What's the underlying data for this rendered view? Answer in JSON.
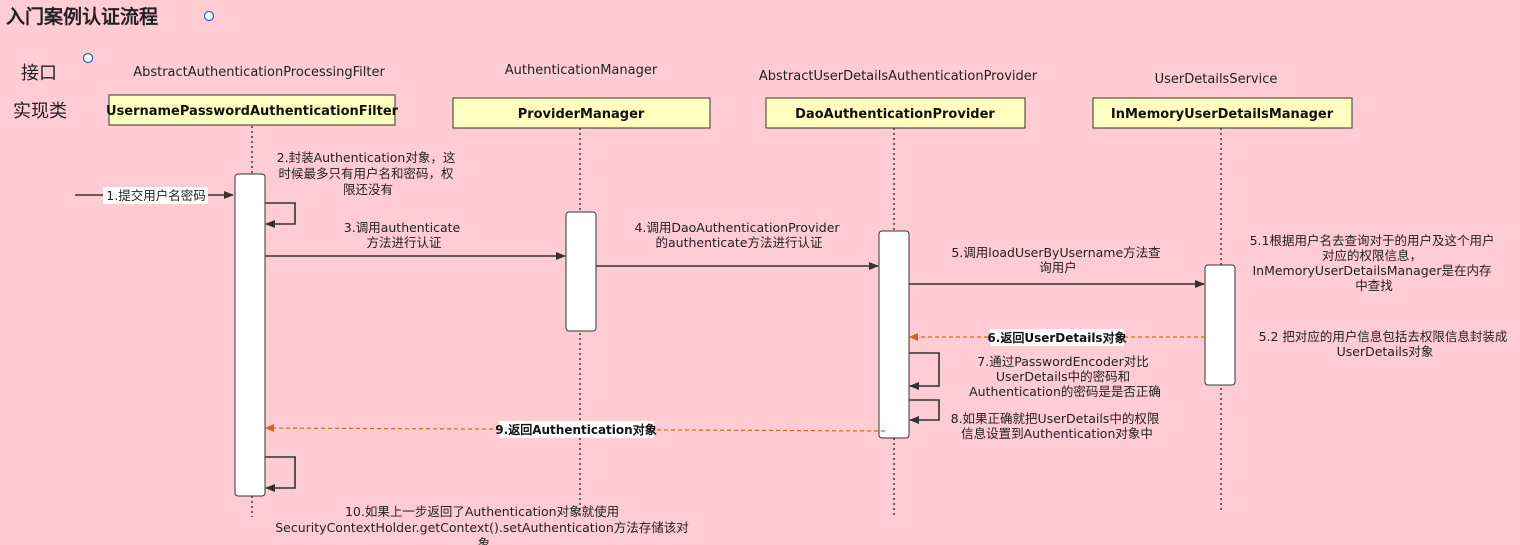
{
  "title": "入门案例认证流程",
  "row_labels": {
    "interface": "接口",
    "impl": "实现类"
  },
  "lifelines": [
    {
      "interface": "AbstractAuthenticationProcessingFilter",
      "impl": "UsernamePasswordAuthenticationFilter"
    },
    {
      "interface": "AuthenticationManager",
      "impl": "ProviderManager"
    },
    {
      "interface": "AbstractUserDetailsAuthenticationProvider",
      "impl": "DaoAuthenticationProvider"
    },
    {
      "interface": "UserDetailsService",
      "impl": "InMemoryUserDetailsManager"
    }
  ],
  "messages": {
    "m1": [
      "1.提交用户名密码"
    ],
    "m2": [
      "2.封装Authentication对象，这",
      "时候最多只有用户名和密码，权",
      "限还没有"
    ],
    "m3": [
      "3.调用authenticate",
      "方法进行认证"
    ],
    "m4": [
      "4.调用DaoAuthenticationProvider",
      "的authenticate方法进行认证"
    ],
    "m5": [
      "5.调用loadUserByUsername方法查",
      "询用户"
    ],
    "m51": [
      "5.1根据用户名去查询对于的用户及这个用户",
      "对应的权限信息，",
      "InMemoryUserDetailsManager是在内存",
      "中查找"
    ],
    "m52": [
      "5.2 把对应的用户信息包括去权限信息封装成",
      "UserDetails对象"
    ],
    "m6": [
      "6.返回UserDetails对象"
    ],
    "m7": [
      "7.通过PasswordEncoder对比",
      "UserDetails中的密码和",
      "Authentication的密码是是否正确"
    ],
    "m8": [
      "8.如果正确就把UserDetails中的权限",
      "信息设置到Authentication对象中"
    ],
    "m9": [
      "9.返回Authentication对象"
    ],
    "m10": [
      "10.如果上一步返回了Authentication对象就使用",
      "SecurityContextHolder.getContext().setAuthentication方法存储该对",
      "象"
    ]
  },
  "colors": {
    "background": "#ffccd4",
    "class_box": "#ffffc0",
    "activation": "#ffffff",
    "solid_arrow": "#333333",
    "return_arrow": "#d9660f"
  }
}
